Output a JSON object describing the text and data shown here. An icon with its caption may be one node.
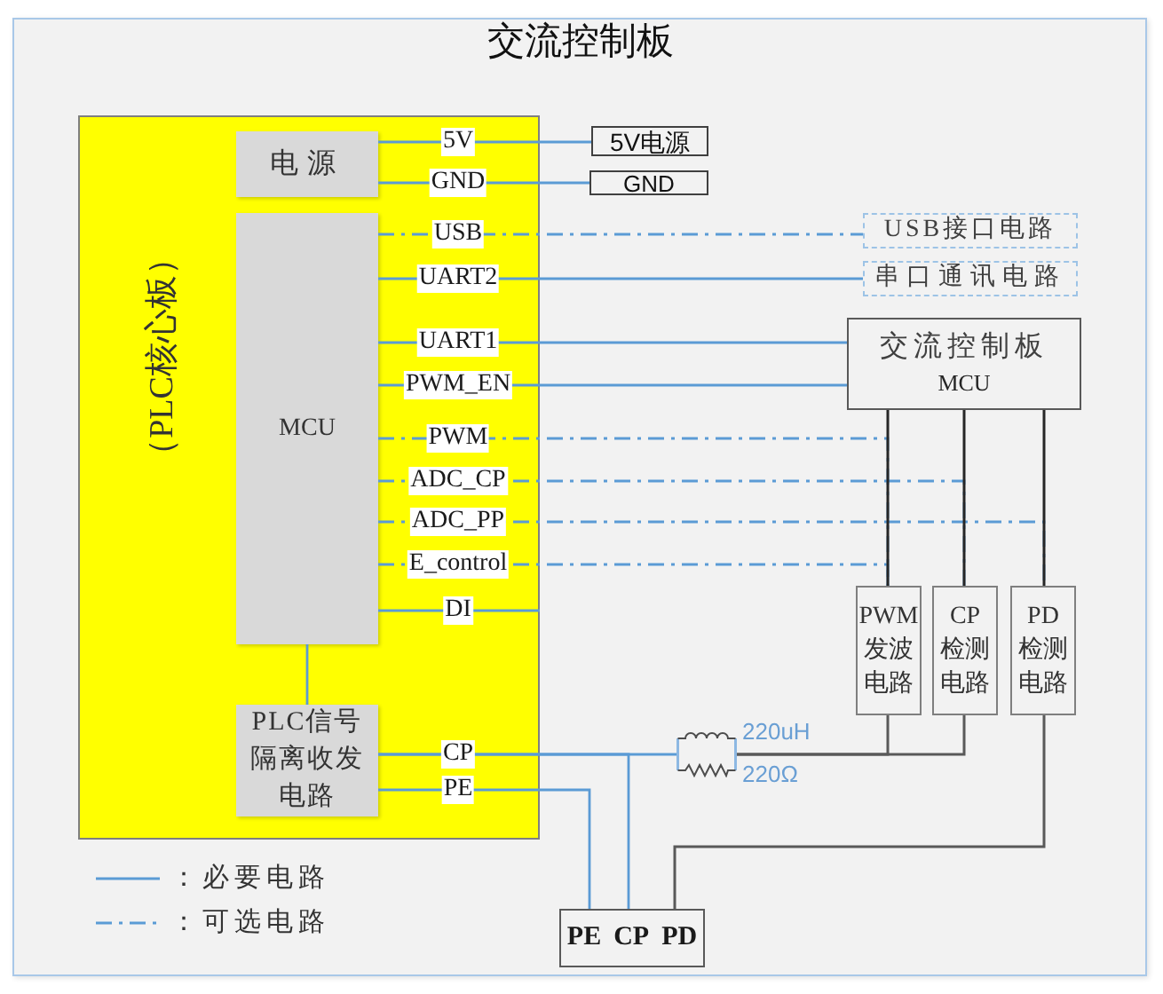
{
  "diagram": {
    "title": "交流控制板",
    "nodes": [
      {
        "text": [
          "（PLC核心板）"
        ]
      },
      {
        "text": [
          "电源"
        ],
        "in": 0
      },
      {
        "text": [
          "MCU"
        ],
        "in": 0
      },
      {
        "text": [
          "PLC信号隔离收发电路"
        ],
        "in": 0
      },
      {
        "text": [
          "5V电源"
        ]
      },
      {
        "text": [
          "GND"
        ]
      },
      {
        "text": [
          "USB接口电路"
        ]
      },
      {
        "text": [
          "串口通讯电路"
        ]
      },
      {
        "text": [
          "交流控制板",
          "MCU"
        ]
      },
      {
        "text": [
          "PWM发波电路"
        ]
      },
      {
        "text": [
          "CP检测电路"
        ]
      },
      {
        "text": [
          "PD检测电路"
        ]
      },
      {
        "text": [],
        "shape": "picture",
        "beside": [
          "220uH",
          "220Ω"
        ]
      },
      {
        "text": [
          "PE",
          "CP",
          "PD"
        ]
      }
    ],
    "edges": [
      {
        "from": 1,
        "to": 4,
        "arrow": "none",
        "label": "5V"
      },
      {
        "from": 1,
        "to": 5,
        "arrow": "none",
        "label": "GND"
      },
      {
        "from": 2,
        "to": 6,
        "arrow": "none",
        "label": "USB",
        "style": "dashed"
      },
      {
        "from": 2,
        "to": 7,
        "arrow": "none",
        "label": "UART2"
      },
      {
        "from": 2,
        "to": 8,
        "arrow": "none",
        "label": "UART1"
      },
      {
        "from": 2,
        "to": 8,
        "arrow": "none",
        "label": "PWM_EN"
      },
      {
        "from": 2,
        "to": 9,
        "arrow": "none",
        "label": "PWM",
        "style": "dashed"
      },
      {
        "from": 2,
        "to": 10,
        "arrow": "none",
        "label": "ADC_CP",
        "style": "dashed"
      },
      {
        "from": 2,
        "to": 11,
        "arrow": "none",
        "label": "ADC_PP",
        "style": "dashed"
      },
      {
        "from": 2,
        "to": 9,
        "arrow": "none",
        "label": "E_control",
        "style": "dashed"
      },
      {
        "from": 2,
        "to": null,
        "arrow": "none",
        "label": "DI"
      },
      {
        "from": 2,
        "to": 3,
        "arrow": "none"
      },
      {
        "from": 8,
        "to": 9,
        "arrow": "none",
        "color": "#262626"
      },
      {
        "from": 8,
        "to": 10,
        "arrow": "none",
        "color": "#262626"
      },
      {
        "from": 8,
        "to": 11,
        "arrow": "none",
        "color": "#262626"
      },
      {
        "from": 3,
        "to": 12,
        "arrow": "none",
        "label": "CP"
      },
      {
        "from": 3,
        "to": 13,
        "arrow": "none"
      },
      {
        "from": 3,
        "to": 13,
        "arrow": "none",
        "label": "PE"
      },
      {
        "from": 12,
        "to": 9,
        "arrow": "none",
        "color": "#595959"
      },
      {
        "from": 12,
        "to": 10,
        "arrow": "none",
        "color": "#595959"
      },
      {
        "from": 11,
        "to": 13,
        "arrow": "none",
        "color": "#595959"
      }
    ],
    "legend": [
      {
        "text": "：必要电路"
      },
      {
        "text": "：可选电路"
      }
    ]
  }
}
